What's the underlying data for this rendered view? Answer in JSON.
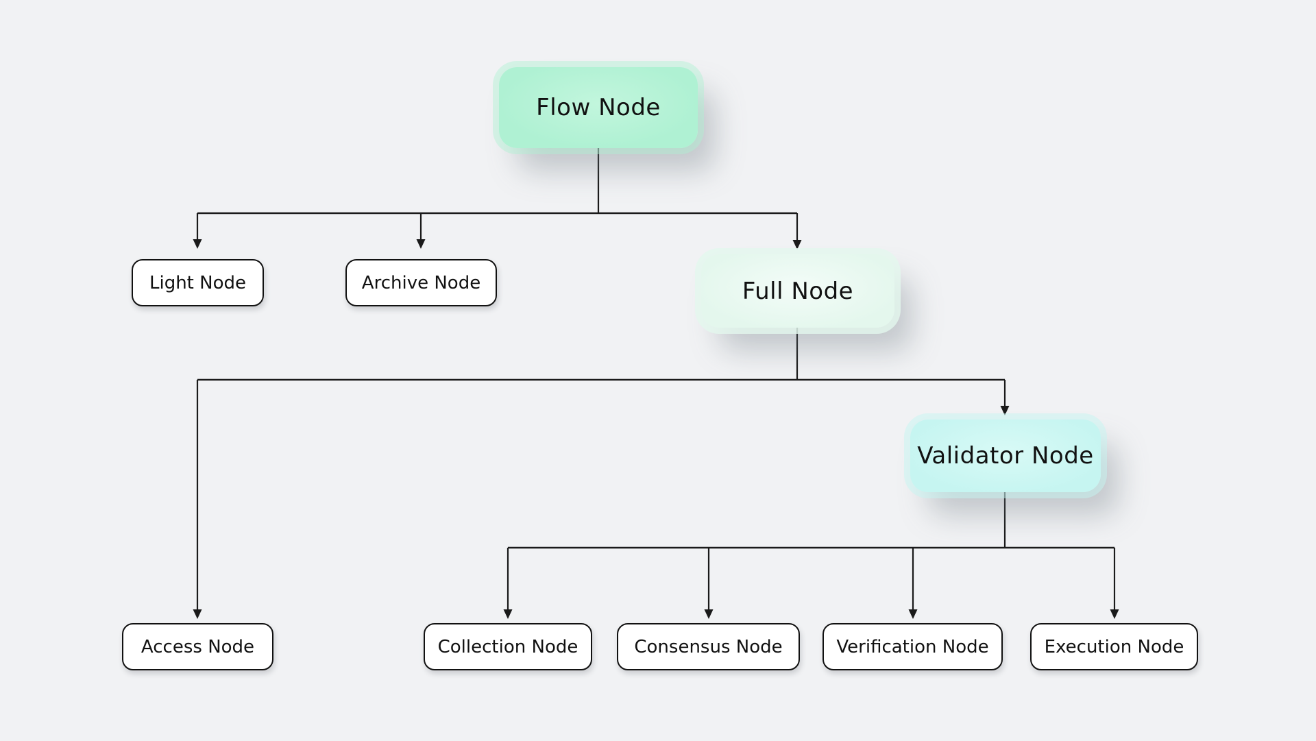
{
  "diagram": {
    "background_color": "#f1f2f4",
    "connector_color": "#1a1a1a",
    "text_color": "#111111",
    "nodes": {
      "flow": {
        "label": "Flow Node",
        "fill": "#aff1d3",
        "level": 1
      },
      "light": {
        "label": "Light Node",
        "fill": "#ffffff",
        "level": 2
      },
      "archive": {
        "label": "Archive Node",
        "fill": "#ffffff",
        "level": 2
      },
      "full": {
        "label": "Full Node",
        "fill": "#e4f7ed",
        "level": 2
      },
      "access": {
        "label": "Access Node",
        "fill": "#ffffff",
        "level": 3
      },
      "validator": {
        "label": "Validator Node",
        "fill": "#c6f5f1",
        "level": 3
      },
      "collection": {
        "label": "Collection Node",
        "fill": "#ffffff",
        "level": 4
      },
      "consensus": {
        "label": "Consensus Node",
        "fill": "#ffffff",
        "level": 4
      },
      "verification": {
        "label": "Verification Node",
        "fill": "#ffffff",
        "level": 4
      },
      "execution": {
        "label": "Execution Node",
        "fill": "#ffffff",
        "level": 4
      }
    },
    "hierarchy": [
      {
        "parent": "Flow Node",
        "children": [
          "Light Node",
          "Archive Node",
          "Full Node"
        ]
      },
      {
        "parent": "Full Node",
        "children": [
          "Access Node",
          "Validator Node"
        ]
      },
      {
        "parent": "Validator Node",
        "children": [
          "Collection Node",
          "Consensus Node",
          "Verification Node",
          "Execution Node"
        ]
      }
    ]
  }
}
